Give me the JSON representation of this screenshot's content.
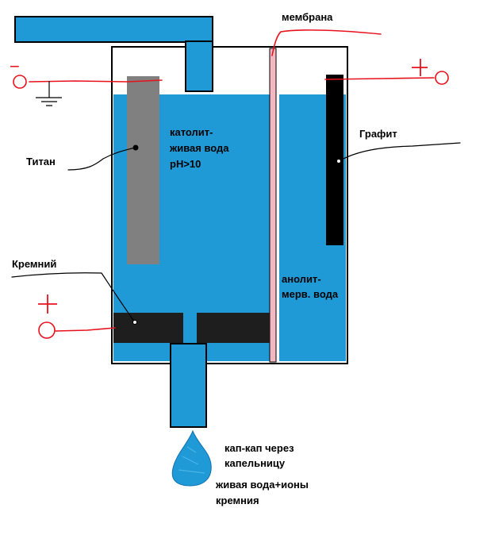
{
  "labels": {
    "membrane": "мембрана",
    "titan": "Титан",
    "graphite": "Графит",
    "silicon": "Кремний",
    "catholyte_line1": "католит-",
    "catholyte_line2": "живая вода",
    "catholyte_line3": "pH>10",
    "anolyte_line1": "анолит-",
    "anolyte_line2": "мерв. вода",
    "drip_line1": "кап-кап через",
    "drip_line2": "капельницу",
    "result_line1": "живая вода+ионы",
    "result_line2": "кремния"
  },
  "polarity": {
    "cathode_sign": "−",
    "anode_sign": "+",
    "silicon_sign": "+"
  },
  "colors": {
    "water": "#1f9ad6",
    "electrode_titan": "#808080",
    "electrode_graphite": "#000000",
    "silicon_plate": "#1e1e1e",
    "membrane": "#f4b8c3",
    "wire_power": "#e8121b",
    "leader": "#000000"
  }
}
